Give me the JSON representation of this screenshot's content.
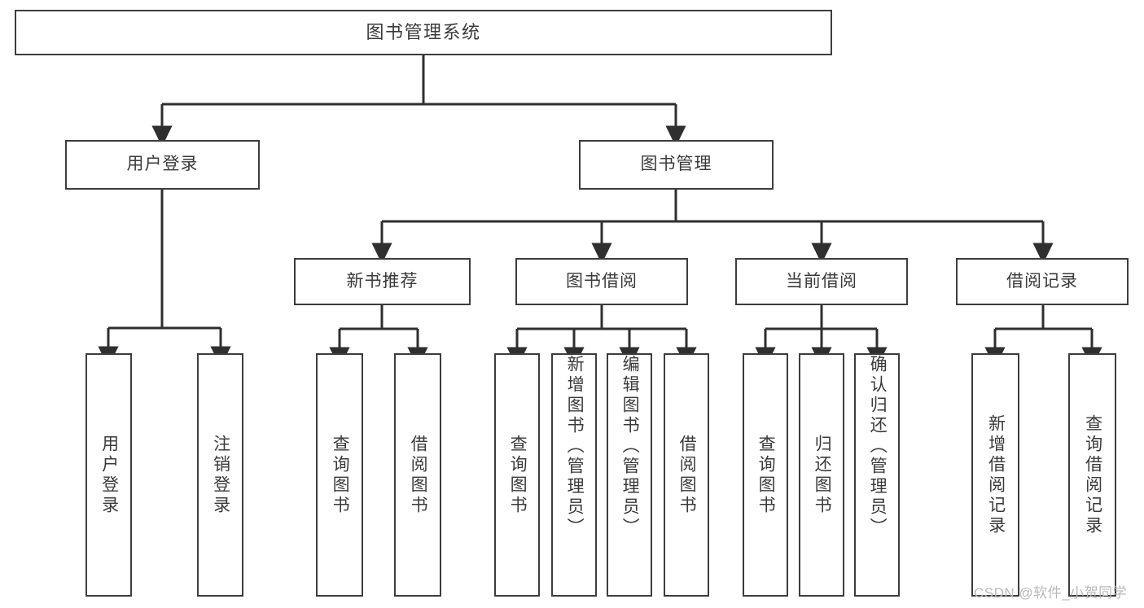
{
  "diagram": {
    "type": "tree",
    "title": "图书管理系统",
    "theme": {
      "background": "#ffffff",
      "box_border": "#3d3d3d",
      "box_fill": "#ffffff",
      "text": "#3a3a3a",
      "connector": "#2f2f2f",
      "watermark": "#b9b9b9"
    },
    "root": {
      "label": "图书管理系统"
    },
    "level1": [
      {
        "label": "用户登录"
      },
      {
        "label": "图书管理"
      }
    ],
    "level2": [
      {
        "label": "新书推荐"
      },
      {
        "label": "图书借阅"
      },
      {
        "label": "当前借阅"
      },
      {
        "label": "借阅记录"
      }
    ],
    "leaves": {
      "user_login": [
        {
          "label": "用户登录"
        },
        {
          "label": "注销登录"
        }
      ],
      "new_book_recommend": [
        {
          "label": "查询图书"
        },
        {
          "label": "借阅图书"
        }
      ],
      "book_borrow": [
        {
          "label": "查询图书"
        },
        {
          "label": "新增图书（管理员）"
        },
        {
          "label": "编辑图书（管理员）"
        },
        {
          "label": "借阅图书"
        }
      ],
      "current_borrow": [
        {
          "label": "查询图书"
        },
        {
          "label": "归还图书"
        },
        {
          "label": "确认归还（管理员）"
        }
      ],
      "borrow_record": [
        {
          "label": "新增借阅记录"
        },
        {
          "label": "查询借阅记录"
        }
      ]
    }
  },
  "watermark": {
    "text": "CSDN @软件_小贺同学"
  }
}
